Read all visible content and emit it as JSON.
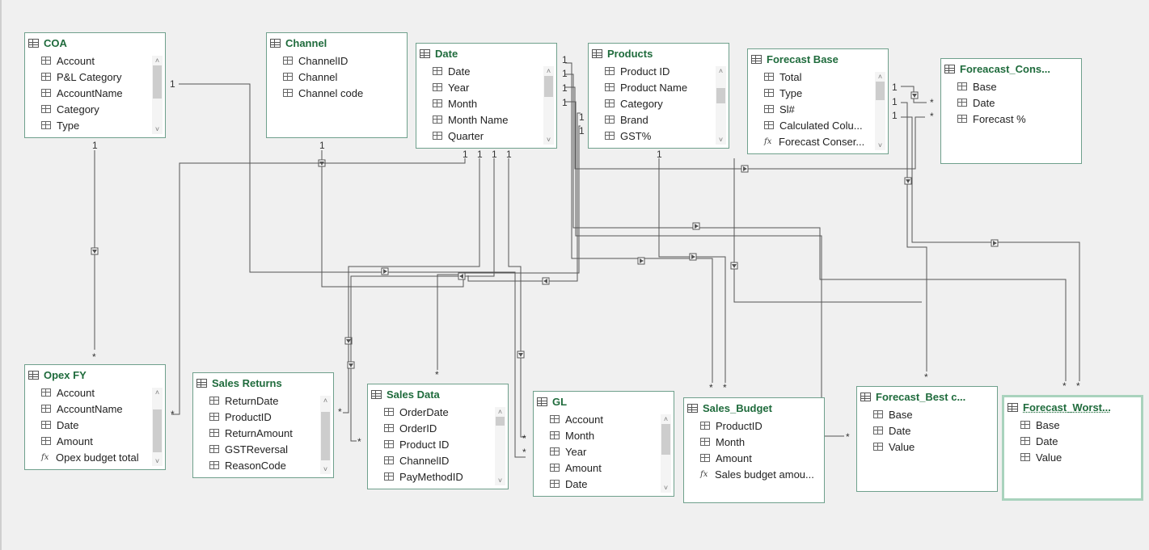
{
  "tables": [
    {
      "name": "COA",
      "columns": [
        {
          "label": "Account"
        },
        {
          "label": "P&L Category"
        },
        {
          "label": "AccountName"
        },
        {
          "label": "Category"
        },
        {
          "label": "Type"
        }
      ]
    },
    {
      "name": "Channel",
      "columns": [
        {
          "label": "ChannelID"
        },
        {
          "label": "Channel"
        },
        {
          "label": "Channel code"
        }
      ]
    },
    {
      "name": "Date",
      "columns": [
        {
          "label": "Date"
        },
        {
          "label": "Year"
        },
        {
          "label": "Month"
        },
        {
          "label": "Month Name"
        },
        {
          "label": "Quarter"
        }
      ]
    },
    {
      "name": "Products",
      "columns": [
        {
          "label": "Product ID"
        },
        {
          "label": "Product Name"
        },
        {
          "label": "Category"
        },
        {
          "label": "Brand"
        },
        {
          "label": "GST%"
        }
      ]
    },
    {
      "name": "Forecast Base",
      "columns": [
        {
          "label": "Total"
        },
        {
          "label": "Type"
        },
        {
          "label": "Sl#"
        },
        {
          "label": "Calculated Colu..."
        },
        {
          "label": "Forecast Conser...",
          "calc": true
        }
      ]
    },
    {
      "name": "Foreacast_Cons...",
      "columns": [
        {
          "label": "Base"
        },
        {
          "label": "Date"
        },
        {
          "label": "Forecast %"
        }
      ]
    },
    {
      "name": "Opex FY",
      "columns": [
        {
          "label": "Account"
        },
        {
          "label": "AccountName"
        },
        {
          "label": "Date"
        },
        {
          "label": "Amount"
        },
        {
          "label": "Opex budget total",
          "calc": true
        }
      ]
    },
    {
      "name": "Sales Returns",
      "columns": [
        {
          "label": "ReturnDate"
        },
        {
          "label": "ProductID"
        },
        {
          "label": "ReturnAmount"
        },
        {
          "label": "GSTReversal"
        },
        {
          "label": "ReasonCode"
        }
      ]
    },
    {
      "name": "Sales Data",
      "columns": [
        {
          "label": "OrderDate"
        },
        {
          "label": "OrderID"
        },
        {
          "label": "Product ID"
        },
        {
          "label": "ChannelID"
        },
        {
          "label": "PayMethodID"
        }
      ]
    },
    {
      "name": "GL",
      "columns": [
        {
          "label": "Account"
        },
        {
          "label": "Month"
        },
        {
          "label": "Year"
        },
        {
          "label": "Amount"
        },
        {
          "label": "Date"
        }
      ]
    },
    {
      "name": "Sales_Budget",
      "columns": [
        {
          "label": "ProductID"
        },
        {
          "label": "Month"
        },
        {
          "label": "Amount"
        },
        {
          "label": "Sales budget amou...",
          "calc": true
        }
      ]
    },
    {
      "name": "Forecast_Best c...",
      "columns": [
        {
          "label": "Base"
        },
        {
          "label": "Date"
        },
        {
          "label": "Value"
        }
      ]
    },
    {
      "name": "Forecast_Worst...",
      "columns": [
        {
          "label": "Base"
        },
        {
          "label": "Date"
        },
        {
          "label": "Value"
        }
      ]
    }
  ],
  "cardinality": {
    "one": "1",
    "many": "*"
  },
  "colors": {
    "header_text": "#1f6b3c",
    "border": "#6fa08c",
    "line": "#555555",
    "selected_border": "#a9d3bd"
  }
}
